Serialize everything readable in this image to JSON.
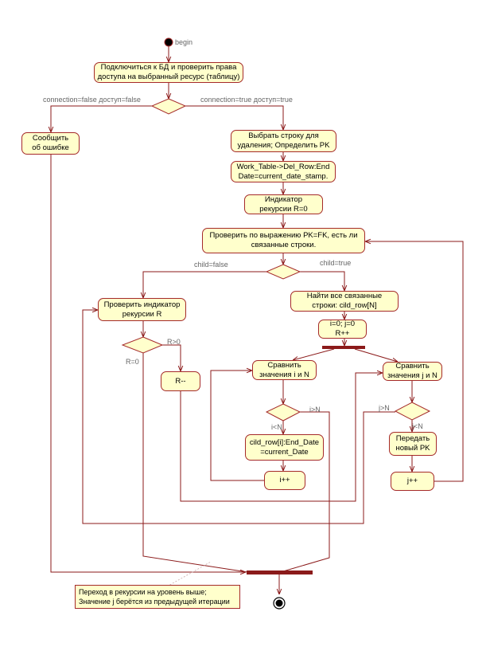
{
  "start_label": "begin",
  "nodes": {
    "connect": "Подключиться к БД и проверить права\nдоступа на выбранный ресурс (таблицу)",
    "report_error": "Сообщить\nоб ошибке",
    "select_row": "Выбрать строку для\nудаления; Определить PK",
    "work_table": "Work_Table->Del_Row:End\nDate=current_date_stamp.",
    "recursion_indicator": "Индикатор\nрекурсии R=0",
    "check_related": "Проверить по выражению PK=FK, есть ли\nсвязанные строки.",
    "find_related": "Найти все  связанные\nстроки: cild_row[N]",
    "init_counters": "i=0; j=0\nR++",
    "check_indicator": "Проверить индикатор\nрекурсии R",
    "r_decrement": "R--",
    "compare_i": "Сравнить\nзначения i и N",
    "compare_j": "Сравнить\nзначения j и N",
    "set_end_date": "cild_row[i]:End_Date\n=current_Date",
    "pass_pk": "Передать\nновый PK",
    "i_increment": "i++",
    "j_increment": "j++"
  },
  "guards": {
    "conn_false": "connection=false доступ=false",
    "conn_true": "connection=true доступ=true",
    "child_false": "child=false",
    "child_true": "child=true",
    "r_gt_0": "R>0",
    "r_eq_0": "R=0",
    "i_lt_n": "i<N",
    "i_gt_n": "i>N",
    "j_gt_n": "j>N",
    "j_lt_n": "j<N"
  },
  "note": "Переход в рекурсии на уровень выше;\nЗначение j берётся из предыдущей итерации",
  "colors": {
    "fill": "#ffffcc",
    "border": "#a52a2a",
    "line": "#8b1a1a",
    "guard_text": "#666666"
  }
}
